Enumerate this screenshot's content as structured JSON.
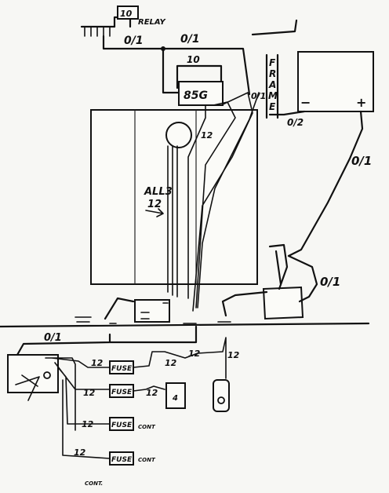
{
  "labels": {
    "relay_number": "10",
    "relay": "RELAY",
    "gauge_top_left": "0/1",
    "gauge_top_right": "0/1",
    "gauge_10": "10",
    "relay_pins": "85G",
    "wire_12_upper": "12",
    "wire_01_center": "0/1",
    "frame_letters": [
      "F",
      "R",
      "A",
      "M",
      "E"
    ],
    "battery_minus": "−",
    "battery_plus": "+",
    "wire_01_battery_neg": "0/2",
    "wire_01_right": "0/1",
    "wire_01_lower_right": "0/1",
    "all3_line1": "ALL3",
    "all3_line2": "12",
    "wire_01_left": "0/1",
    "wire_12_a": "12",
    "wire_12_b": "12",
    "wire_12_c": "12",
    "wire_12_d": "12",
    "wire_12_e": "12",
    "wire_12_f": "12",
    "wire_12_g": "12",
    "fuse": "FUSE",
    "cont": "CONT",
    "cont_bottom": "CONT.",
    "switch_number": "4"
  }
}
